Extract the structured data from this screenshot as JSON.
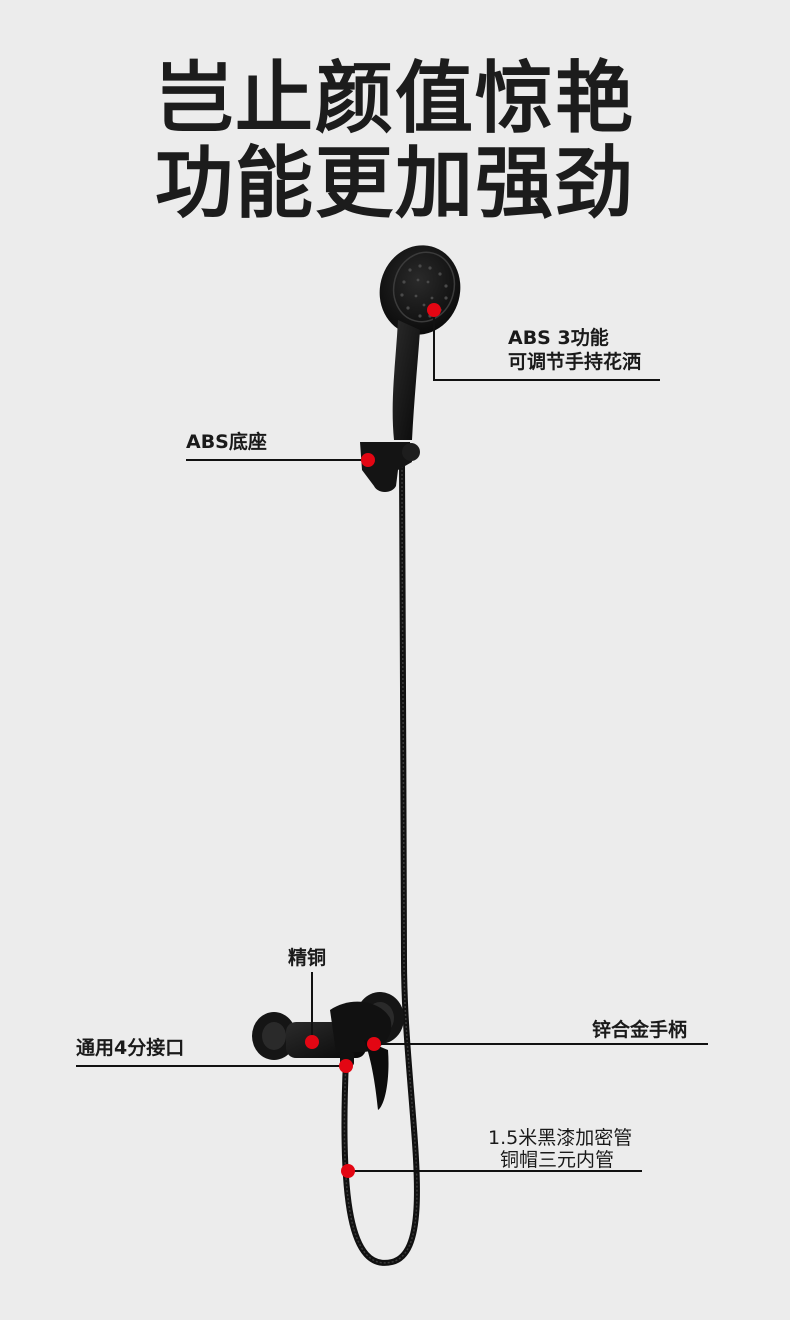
{
  "headline": {
    "line1": "岂止颜值惊艳",
    "line2": "功能更加强劲"
  },
  "colors": {
    "background": "#ececec",
    "product": "#111111",
    "marker": "#e30613",
    "text": "#1a1a1a"
  },
  "callouts": {
    "showerhead": {
      "line1": "ABS 3功能",
      "line2": "可调节手持花洒"
    },
    "holder": {
      "text": "ABS底座"
    },
    "brass": {
      "text": "精铜"
    },
    "connector": {
      "text": "通用4分接口"
    },
    "handle": {
      "text": "锌合金手柄"
    },
    "hose": {
      "line1": "1.5米黑漆加密管",
      "line2": "铜帽三元内管"
    }
  }
}
